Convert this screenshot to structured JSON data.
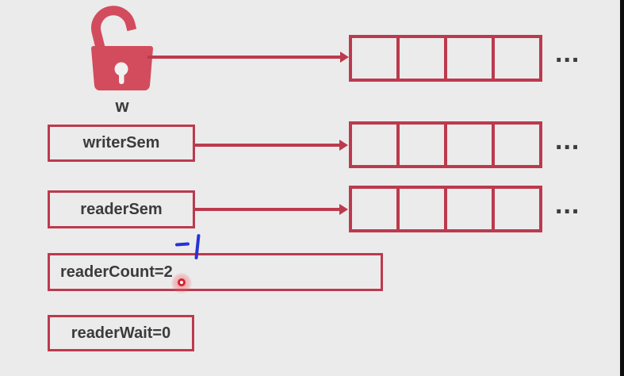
{
  "scene": {
    "background": "#ebebeb",
    "accent_red": "#bc3a4e",
    "lock_red": "#d24c5e",
    "text_color": "#3b3b3b",
    "annotation_blue": "#2633d8",
    "pointer_red": "#d8232f",
    "edge_bar_black": "#0d0d0d"
  },
  "lock": {
    "label": "w"
  },
  "queues": [
    {
      "name": "writer-lock-queue",
      "cells": 4,
      "ellipsis": "..."
    },
    {
      "name": "writer-sem-queue",
      "cells": 4,
      "ellipsis": "..."
    },
    {
      "name": "reader-sem-queue",
      "cells": 4,
      "ellipsis": "..."
    }
  ],
  "boxes": {
    "writer_sem": "writerSem",
    "reader_sem": "readerSem",
    "reader_count": "readerCount=2",
    "reader_wait": "readerWait=0"
  },
  "annotation": {
    "text": "-1"
  }
}
